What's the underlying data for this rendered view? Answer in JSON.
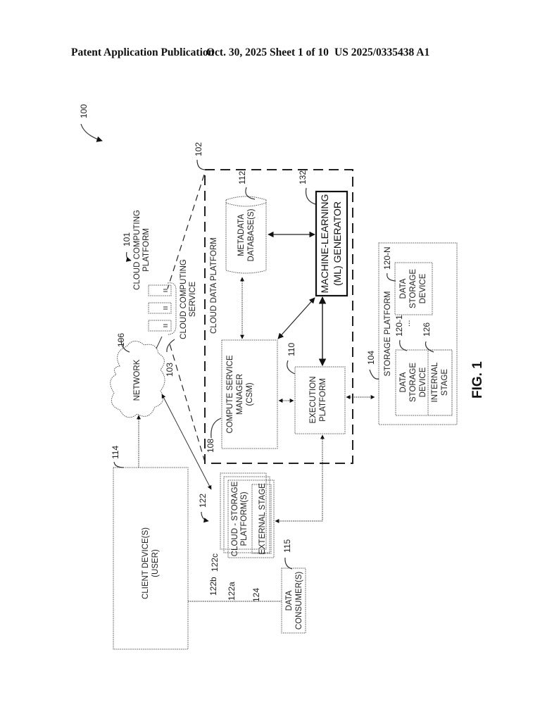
{
  "header": {
    "left": "Patent Application Publication",
    "middle": "Oct. 30, 2025  Sheet 1 of 10",
    "right": "US 2025/0335438 A1"
  },
  "figure": {
    "caption": "FIG. 1",
    "orientation": "rotated 90 degrees counter-clockwise",
    "refs": {
      "system": "100",
      "cloud_computing_platform": "101",
      "cloud_data_platform": "102",
      "cloud_computing_service": "103",
      "storage_platform": "104",
      "network": "106",
      "compute_service_manager": "108",
      "execution_platform": "110",
      "metadata_database": "112",
      "client_device": "114",
      "data_consumer": "115",
      "data_storage_device_1": "120-1",
      "data_storage_device_n": "120-N",
      "cloud_storage_platforms": "122",
      "cloud_storage_a": "122a",
      "cloud_storage_b": "122b",
      "cloud_storage_c": "122c",
      "external_stage": "124",
      "internal_stage": "126",
      "ml_generator": "132"
    },
    "labels": {
      "cloud_computing_platform": [
        "CLOUD COMPUTING",
        "PLATFORM"
      ],
      "cloud_computing_service": [
        "CLOUD COMPUTING",
        "SERVICE"
      ],
      "cloud_data_platform": "CLOUD DATA PLATFORM",
      "network": "NETWORK",
      "metadata_database": [
        "METADATA",
        "DATABASE(S)"
      ],
      "ml_generator": [
        "MACHINE-LEARNING",
        "(ML) GENERATOR"
      ],
      "compute_service_manager": [
        "COMPUTE SERVICE",
        "MANAGER",
        "(CSM)"
      ],
      "execution_platform": [
        "EXECUTION",
        "PLATFORM"
      ],
      "storage_platform": "STORAGE PLATFORM",
      "data_storage_device": [
        "DATA",
        "STORAGE",
        "DEVICE"
      ],
      "ellipsis": "...",
      "internal_stage": [
        "INTERNAL",
        "STAGE"
      ],
      "client_device": [
        "CLIENT DEVICE(S)",
        "(USER)"
      ],
      "cloud_storage_platforms": [
        "CLOUD - STORAGE",
        "PLATFORM(S)"
      ],
      "external_stage": "EXTERNAL STAGE",
      "data_consumer": [
        "DATA",
        "CONSUMER(S)"
      ]
    }
  }
}
